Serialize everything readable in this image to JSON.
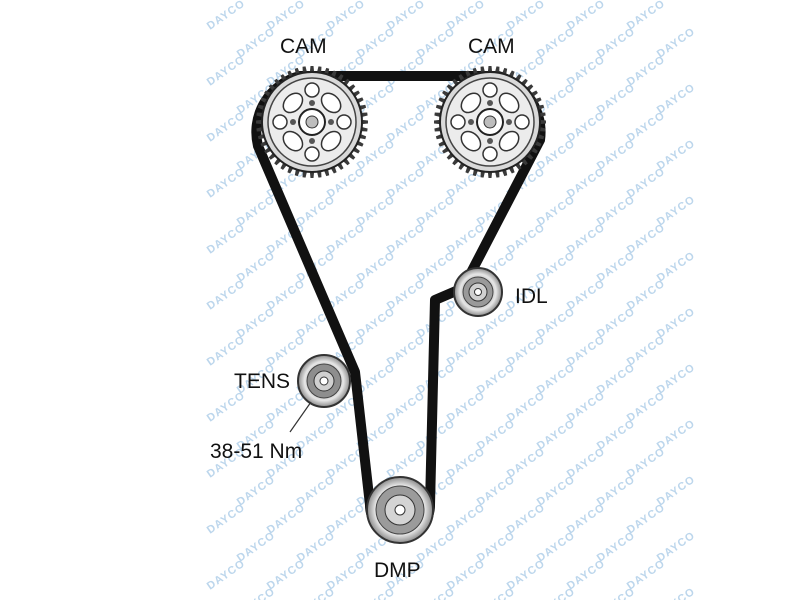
{
  "diagram": {
    "watermark": "DAYCO",
    "labels": {
      "cam_left": "CAM",
      "cam_right": "CAM",
      "idler": "IDL",
      "tensioner": "TENS",
      "torque": "38-51 Nm",
      "damper": "DMP"
    },
    "colors": {
      "belt": "#111111",
      "pulley": "#c8c8c8",
      "pulley_dark": "#3a3a3a",
      "watermark": "#bcd6ec"
    }
  }
}
